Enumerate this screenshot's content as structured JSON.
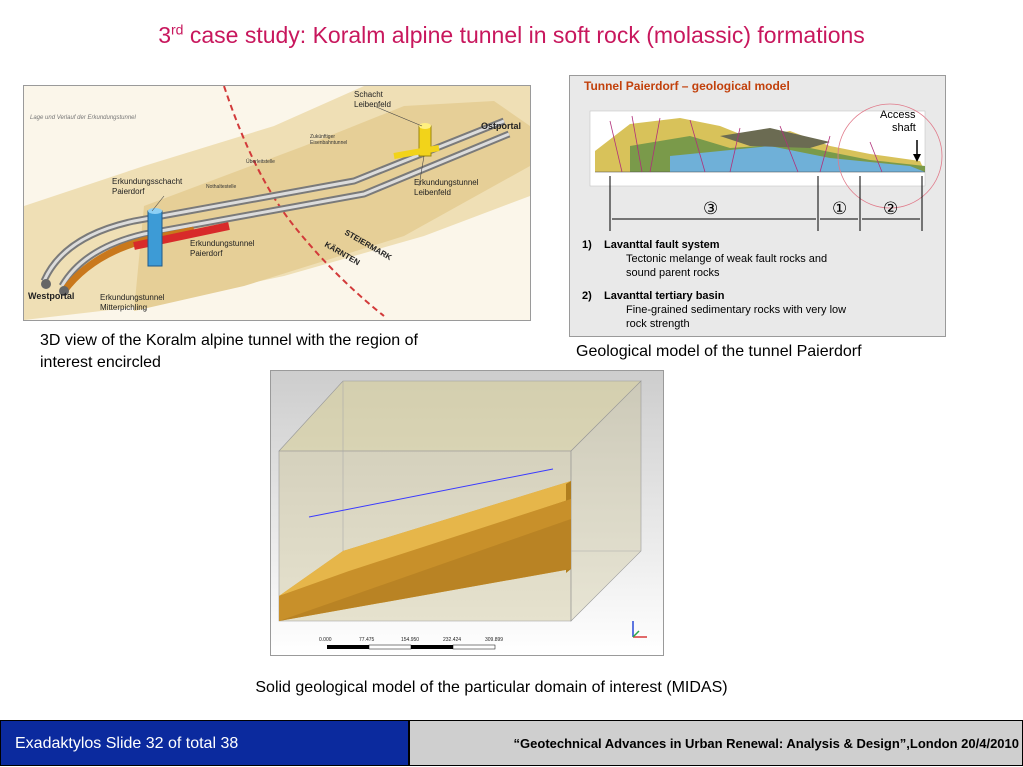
{
  "slide": {
    "title_pre": "3",
    "title_sup": "rd",
    "title_post": " case study: Koralm alpine tunnel in soft rock (molassic) formations"
  },
  "tunnel_map": {
    "heading": "Lage und Verlauf der Erkundungstunnel",
    "labels": {
      "schacht_leibenfeld_1": "Schacht",
      "schacht_leibenfeld_2": "Leibenfeld",
      "ostportal": "Ostportal",
      "zukuenftiger_1": "Zukünftiger",
      "zukuenftiger_2": "Eisenbahntunnel",
      "ueberleitstelle": "Überleitstelle",
      "nothaltestelle": "Nothaltestelle",
      "schacht_paierdorf_1": "Erkundungsschacht",
      "schacht_paierdorf_2": "Paierdorf",
      "tunnel_leibenfeld_1": "Erkundungstunnel",
      "tunnel_leibenfeld_2": "Leibenfeld",
      "tunnel_paierdorf_1": "Erkundungstunnel",
      "tunnel_paierdorf_2": "Paierdorf",
      "steiermark": "STEIERMARK",
      "kaernten": "KÄRNTEN",
      "westportal": "Westportal",
      "tunnel_mitterpichling_1": "Erkundungstunnel",
      "tunnel_mitterpichling_2": "Mitterpichling"
    },
    "caption_line1": "3D view of the Koralm alpine tunnel with the region of",
    "caption_line2": "interest encircled"
  },
  "geo_model": {
    "heading": "Tunnel Paierdorf – geological model",
    "access_1": "Access",
    "access_2": "shaft",
    "zone_3": "③",
    "zone_1": "①",
    "zone_2": "②",
    "item1_num": "1)",
    "item1_title": "Lavanttal fault system",
    "item1_desc1": "Tectonic melange of weak fault rocks and",
    "item1_desc2": "sound parent rocks",
    "item2_num": "2)",
    "item2_title": "Lavanttal tertiary basin",
    "item2_desc1": "Fine-grained sedimentary rocks with very low",
    "item2_desc2": "rock strength",
    "caption": "Geological model of the tunnel Paierdorf"
  },
  "solid_model": {
    "scale_ticks": [
      "0.000",
      "77.475",
      "154.950",
      "232.424",
      "309.899"
    ],
    "caption": "Solid geological model of the particular domain of interest (MIDAS)"
  },
  "footer": {
    "left_text": "Exadaktylos Slide 32 of  total 38",
    "right_text": "“Geotechnical Advances in Urban Renewal: Analysis & Design”,London 20/4/2010"
  },
  "colors": {
    "title": "#c8175d",
    "footer_left_bg": "#0b2a9e",
    "footer_right_bg": "#cfcfcf"
  }
}
